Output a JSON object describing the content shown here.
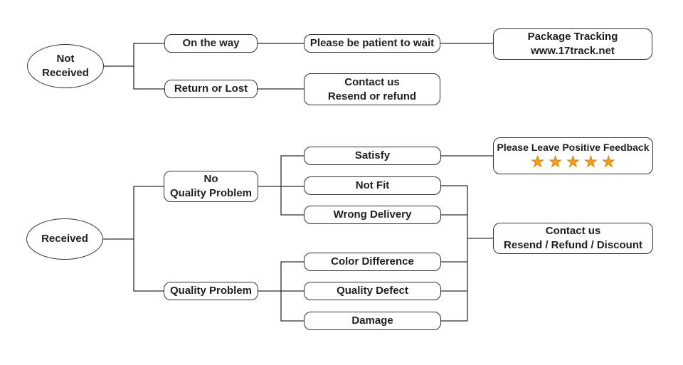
{
  "diagram": {
    "type": "flowchart",
    "colors": {
      "line": "#2e2e2e",
      "text": "#1f1f1f",
      "star_fill": "#F9A11B",
      "star_edge": "#DD8500",
      "background": "#ffffff"
    },
    "nodes": {
      "not_received": {
        "line1": "Not",
        "line2": "Received"
      },
      "on_the_way": {
        "label": "On the way"
      },
      "be_patient": {
        "label": "Please be patient to wait"
      },
      "package_tracking": {
        "line1": "Package Tracking",
        "line2": "www.17track.net"
      },
      "return_or_lost": {
        "label": "Return or Lost"
      },
      "contact_resend_refund": {
        "line1": "Contact us",
        "line2": "Resend or refund"
      },
      "received": {
        "label": "Received"
      },
      "no_quality_problem": {
        "line1": "No",
        "line2": "Quality Problem"
      },
      "quality_problem": {
        "label": "Quality Problem"
      },
      "satisfy": {
        "label": "Satisfy"
      },
      "not_fit": {
        "label": "Not Fit"
      },
      "wrong_delivery": {
        "label": "Wrong Delivery"
      },
      "color_difference": {
        "label": "Color Difference"
      },
      "quality_defect": {
        "label": "Quality Defect"
      },
      "damage": {
        "label": "Damage"
      },
      "positive_feedback": {
        "label": "Please Leave Positive Feedback",
        "star_count": 5,
        "stars_display": "★★★★★"
      },
      "contact_resend_refund_discount": {
        "line1": "Contact us",
        "line2": "Resend / Refund / Discount"
      }
    },
    "edges": [
      [
        "not_received",
        "on_the_way"
      ],
      [
        "not_received",
        "return_or_lost"
      ],
      [
        "on_the_way",
        "be_patient"
      ],
      [
        "be_patient",
        "package_tracking"
      ],
      [
        "return_or_lost",
        "contact_resend_refund"
      ],
      [
        "received",
        "no_quality_problem"
      ],
      [
        "received",
        "quality_problem"
      ],
      [
        "no_quality_problem",
        "satisfy"
      ],
      [
        "no_quality_problem",
        "not_fit"
      ],
      [
        "no_quality_problem",
        "wrong_delivery"
      ],
      [
        "quality_problem",
        "color_difference"
      ],
      [
        "quality_problem",
        "quality_defect"
      ],
      [
        "quality_problem",
        "damage"
      ],
      [
        "satisfy",
        "positive_feedback"
      ],
      [
        "not_fit",
        "contact_resend_refund_discount"
      ],
      [
        "wrong_delivery",
        "contact_resend_refund_discount"
      ],
      [
        "color_difference",
        "contact_resend_refund_discount"
      ],
      [
        "quality_defect",
        "contact_resend_refund_discount"
      ],
      [
        "damage",
        "contact_resend_refund_discount"
      ]
    ]
  }
}
